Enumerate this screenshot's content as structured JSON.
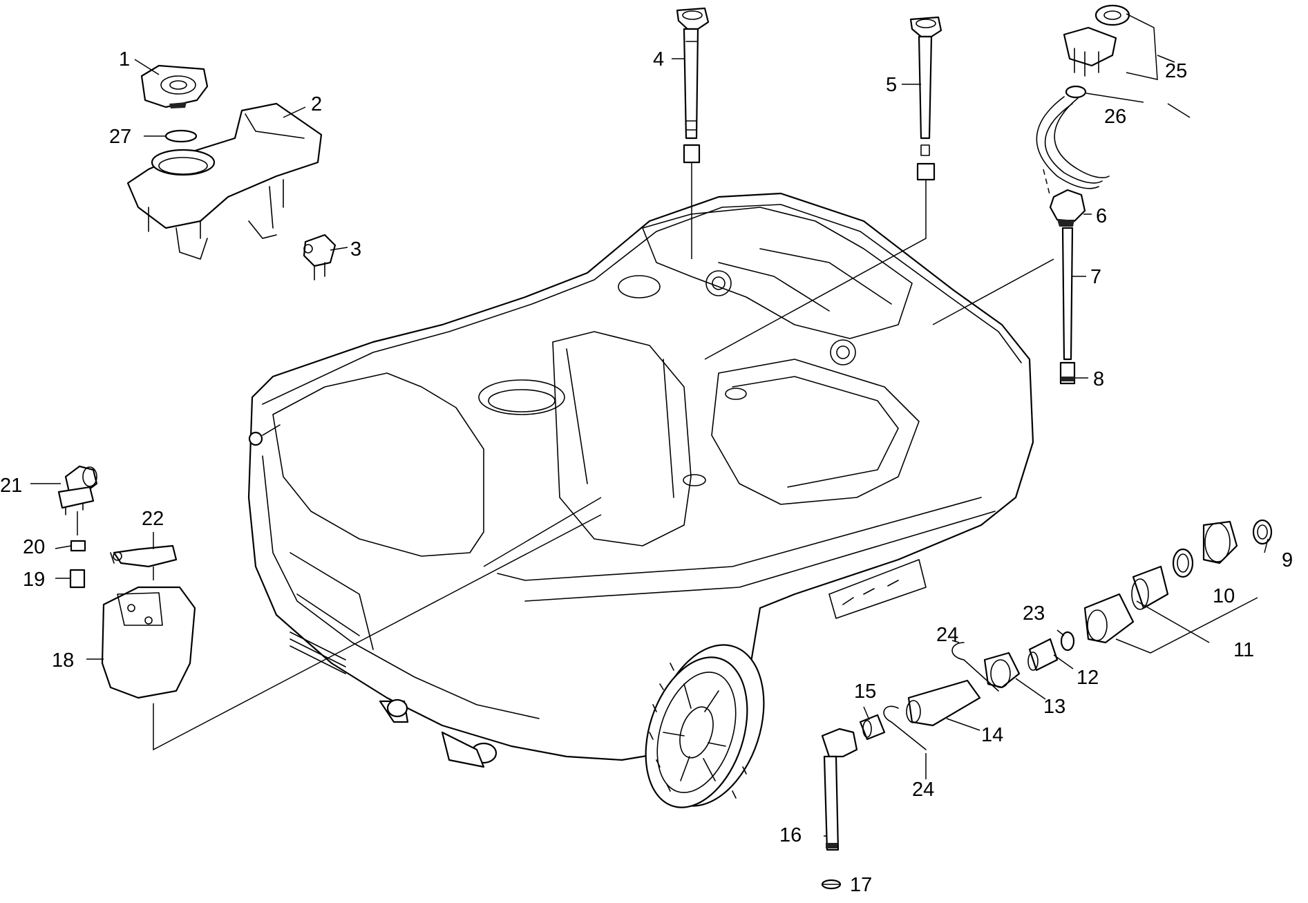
{
  "callouts": [
    {
      "id": "1",
      "label": "1"
    },
    {
      "id": "2",
      "label": "2"
    },
    {
      "id": "3",
      "label": "3"
    },
    {
      "id": "4",
      "label": "4"
    },
    {
      "id": "5",
      "label": "5"
    },
    {
      "id": "6",
      "label": "6"
    },
    {
      "id": "7",
      "label": "7"
    },
    {
      "id": "8",
      "label": "8"
    },
    {
      "id": "9",
      "label": "9"
    },
    {
      "id": "10",
      "label": "10"
    },
    {
      "id": "11",
      "label": "11"
    },
    {
      "id": "12",
      "label": "12"
    },
    {
      "id": "13",
      "label": "13"
    },
    {
      "id": "14",
      "label": "14"
    },
    {
      "id": "15",
      "label": "15"
    },
    {
      "id": "16",
      "label": "16"
    },
    {
      "id": "17",
      "label": "17"
    },
    {
      "id": "18",
      "label": "18"
    },
    {
      "id": "19",
      "label": "19"
    },
    {
      "id": "20",
      "label": "20"
    },
    {
      "id": "21",
      "label": "21"
    },
    {
      "id": "22",
      "label": "22"
    },
    {
      "id": "23",
      "label": "23"
    },
    {
      "id": "24a",
      "label": "24"
    },
    {
      "id": "24b",
      "label": "24"
    },
    {
      "id": "25",
      "label": "25"
    },
    {
      "id": "26",
      "label": "26"
    },
    {
      "id": "27",
      "label": "27"
    }
  ],
  "colors": {
    "line": "#000000",
    "background": "#ffffff"
  }
}
